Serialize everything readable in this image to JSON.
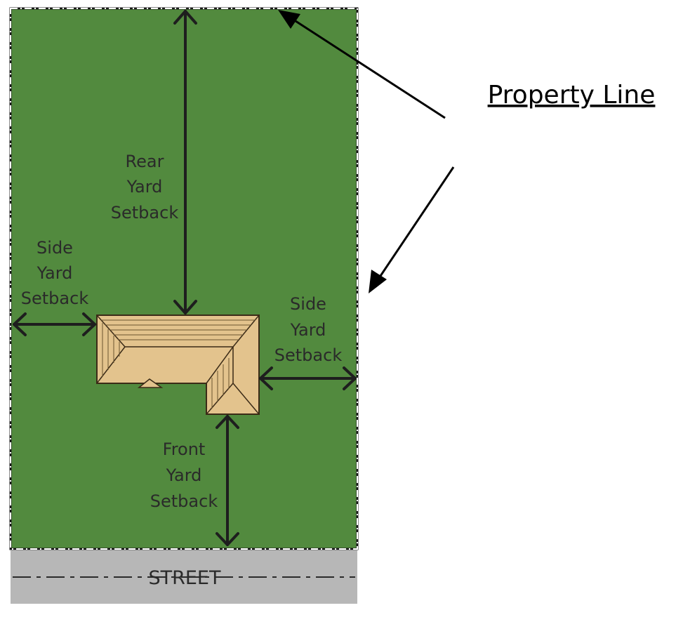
{
  "labels": {
    "property_line": "Property Line",
    "street": "STREET",
    "rear_yard": [
      "Rear",
      "Yard",
      "Setback"
    ],
    "side_yard_left": [
      "Side",
      "Yard",
      "Setback"
    ],
    "side_yard_right": [
      "Side",
      "Yard",
      "Setback"
    ],
    "front_yard": [
      "Front",
      "Yard",
      "Setback"
    ]
  },
  "colors": {
    "lawn": "#528a3e",
    "street": "#b7b7b7",
    "roof": "#e3c38d",
    "roof_stroke": "#3b2b17",
    "arrow": "#1e1e1e",
    "property_line": "#1a1a1a"
  }
}
